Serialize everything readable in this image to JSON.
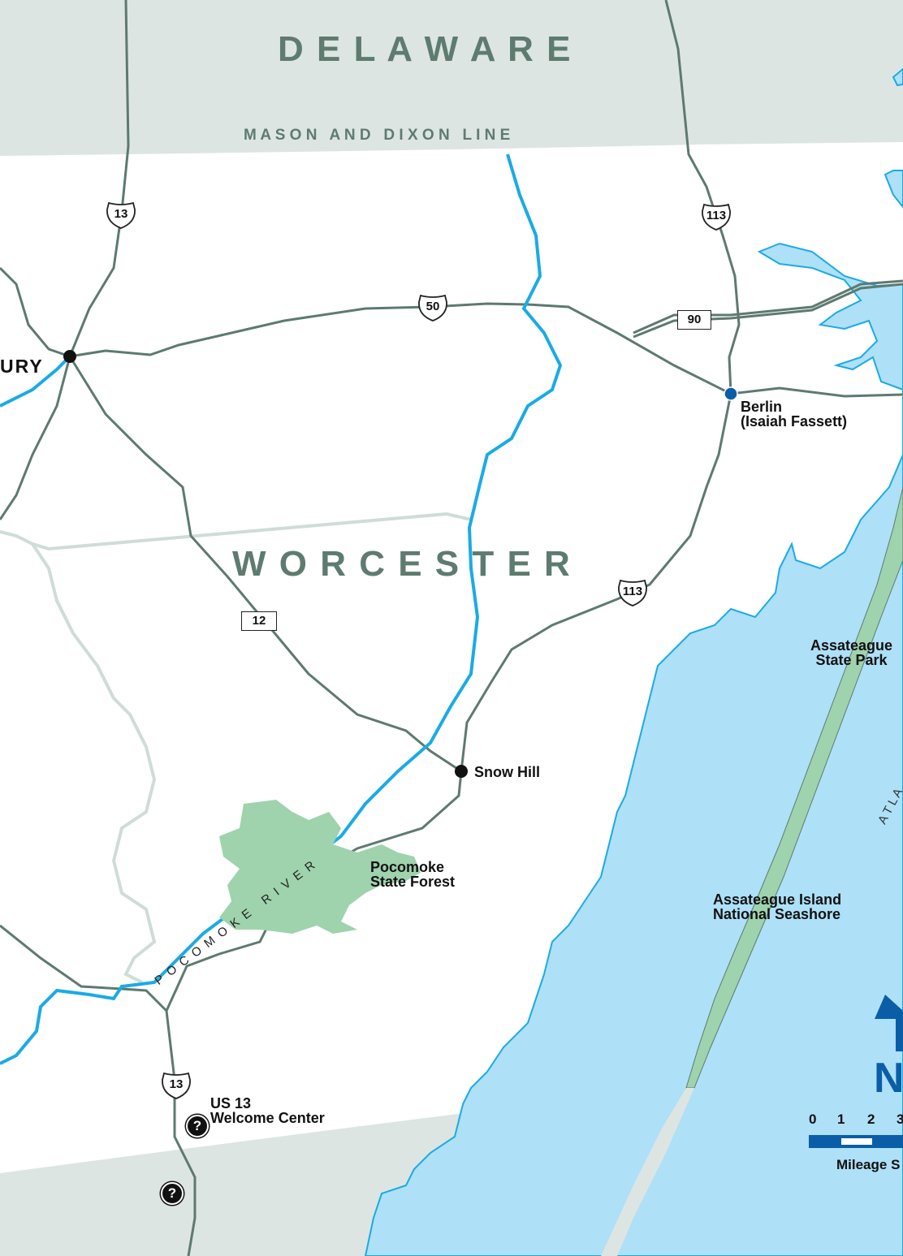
{
  "regions": {
    "state_north": "D E L A W A R E",
    "border_line": "M A S O N   A N D   D I X O N   L I N E",
    "county": "W O R C E S T E R",
    "ocean_partial": "A T L A"
  },
  "places": {
    "salisbury_partial": "URY",
    "berlin_line1": "Berlin",
    "berlin_line2": "(Isaiah Fassett)",
    "snow_hill": "Snow Hill",
    "assateague_sp_line1": "Assateague",
    "assateague_sp_line2": "State Park",
    "pocomoke_sf_line1": "Pocomoke",
    "pocomoke_sf_line2": "State Forest",
    "assateague_ins_line1": "Assateague Island",
    "assateague_ins_line2": "National Seashore",
    "welcome_line1": "US 13",
    "welcome_line2": "Welcome Center"
  },
  "river_label": "POCOMOKE RIVER",
  "routes": {
    "us13_north": "13",
    "us13_south": "13",
    "us50": "50",
    "us113_north": "113",
    "us113_south": "113",
    "md90": "90",
    "md12": "12"
  },
  "welcome_icon": "?",
  "compass": {
    "letter": "N",
    "icon": "north-arrow-icon"
  },
  "scale": {
    "ticks": [
      "0",
      "1",
      "2",
      "3"
    ],
    "label": "Mileage S"
  },
  "colors": {
    "water": "#aee0f8",
    "river": "#1aabe4",
    "road": "#5d7a70",
    "county_line": "#cfdcd8",
    "neighbor_land": "#dde5e2",
    "park": "#9ed3ad",
    "region_text": "#5e7b70",
    "compass": "#0a5ea8",
    "berlin_dot": "#0a5ea8"
  }
}
